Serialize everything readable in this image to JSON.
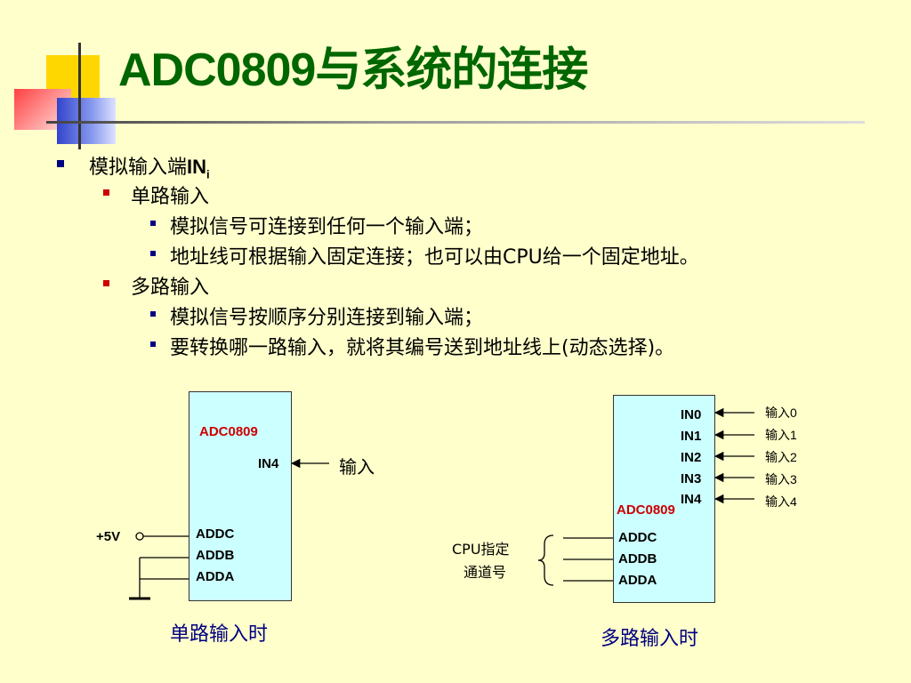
{
  "title": "ADC0809与系统的连接",
  "bullets": {
    "l1_text": "模拟输入端",
    "l1_bold": "IN",
    "l1_sub": "i",
    "single": {
      "label": "单路输入",
      "items": [
        "模拟信号可连接到任何一个输入端；",
        "地址线可根据输入固定连接；也可以由CPU给一个固定地址。"
      ]
    },
    "multi": {
      "label": "多路输入",
      "items": [
        "模拟信号按顺序分别连接到输入端；",
        "要转换哪一路输入，就将其编号送到地址线上(动态选择)。"
      ]
    }
  },
  "diagram_single": {
    "chip_name": "ADC0809",
    "pin_in": "IN4",
    "input_label": "输入",
    "vcc": "+5V",
    "addr_pins": [
      "ADDC",
      "ADDB",
      "ADDA"
    ],
    "caption": "单路输入时"
  },
  "diagram_multi": {
    "chip_name": "ADC0809",
    "in_pins": [
      "IN0",
      "IN1",
      "IN2",
      "IN3",
      "IN4"
    ],
    "inputs": [
      "输入0",
      "输入1",
      "输入2",
      "输入3",
      "输入4"
    ],
    "addr_pins": [
      "ADDC",
      "ADDB",
      "ADDA"
    ],
    "cpu_label_1": "CPU指定",
    "cpu_label_2": "通道号",
    "caption": "多路输入时"
  },
  "colors": {
    "background": "#FFFFCC",
    "title": "#006600",
    "chip_fill": "#CCFFFF",
    "chip_name": "#CC0000",
    "caption": "#000080"
  }
}
